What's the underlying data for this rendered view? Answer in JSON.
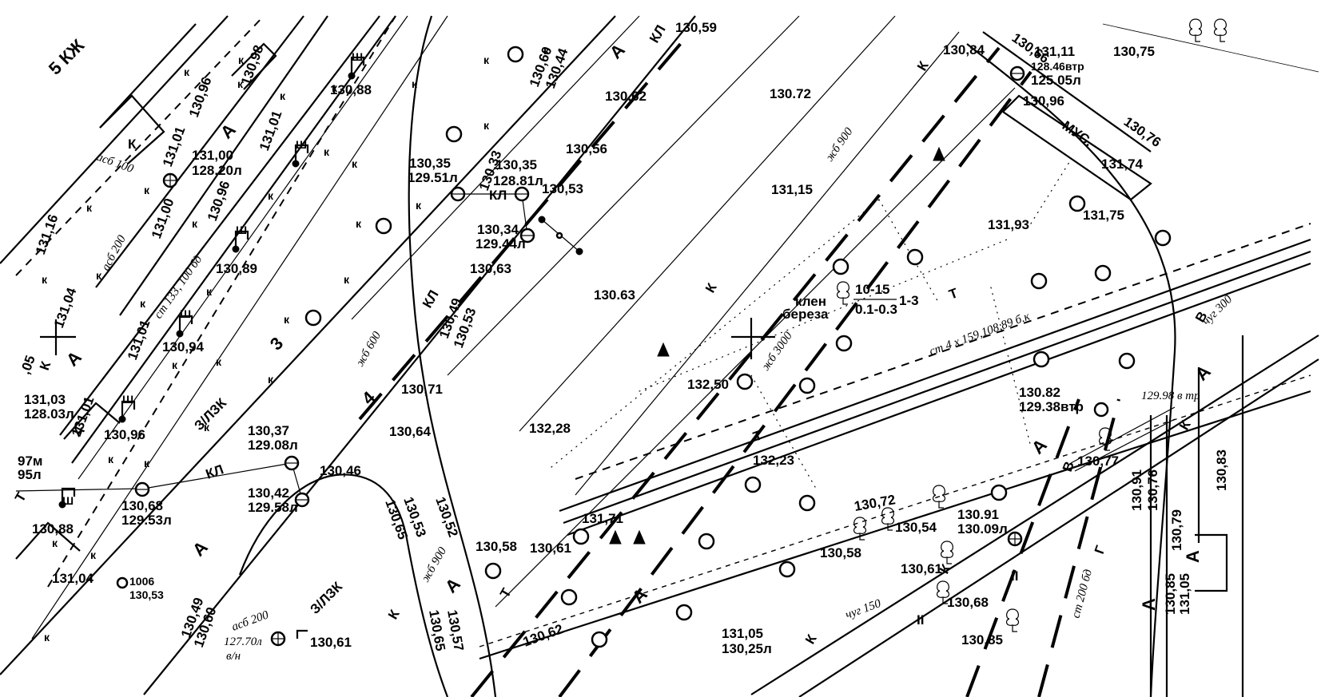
{
  "elevations": [
    {
      "text": "130,59"
    },
    {
      "text": "130,60"
    },
    {
      "text": "130,44"
    },
    {
      "text": "130,62"
    },
    {
      "text": "130,98"
    },
    {
      "text": "130,96"
    },
    {
      "text": "130,88"
    },
    {
      "text": "131,01"
    },
    {
      "text": "131,01"
    },
    {
      "text": "131,00"
    },
    {
      "text": "128.20л"
    },
    {
      "text": "130,96"
    },
    {
      "text": "131,00"
    },
    {
      "text": "130,89"
    },
    {
      "text": "131,04"
    },
    {
      "text": "131,01"
    },
    {
      "text": "130,94"
    },
    {
      "text": "131,03"
    },
    {
      "text": "128.03л"
    },
    {
      "text": "131,01"
    },
    {
      "text": "130,96"
    },
    {
      "text": "130,35"
    },
    {
      "text": "129.51л"
    },
    {
      "text": "130,33"
    },
    {
      "text": "130,35"
    },
    {
      "text": "128.81л"
    },
    {
      "text": "130,53"
    },
    {
      "text": "130,56"
    },
    {
      "text": "130,34"
    },
    {
      "text": "129.44л"
    },
    {
      "text": "130,63"
    },
    {
      "text": "130.63"
    },
    {
      "text": "130,49"
    },
    {
      "text": "130,53"
    },
    {
      "text": "130,71"
    },
    {
      "text": "130,64"
    },
    {
      "text": "130,37"
    },
    {
      "text": "129.08л"
    },
    {
      "text": "130,46"
    },
    {
      "text": "130,42"
    },
    {
      "text": "129.58л"
    },
    {
      "text": "130,68"
    },
    {
      "text": "129.53л"
    },
    {
      "text": "130,88"
    },
    {
      "text": "131,04"
    },
    {
      "text": "130,53"
    },
    {
      "text": "130,49"
    },
    {
      "text": "130,60"
    },
    {
      "text": "130,61"
    },
    {
      "text": "130,65"
    },
    {
      "text": "130,53"
    },
    {
      "text": "130,52"
    },
    {
      "text": "130,57"
    },
    {
      "text": "130,65"
    },
    {
      "text": "130,58"
    },
    {
      "text": "130,61"
    },
    {
      "text": "130,62"
    },
    {
      "text": "132,28"
    },
    {
      "text": "131,71"
    },
    {
      "text": "132,50"
    },
    {
      "text": "132,23"
    },
    {
      "text": "130.72"
    },
    {
      "text": "131,15"
    },
    {
      "text": "130,84"
    },
    {
      "text": "130,66"
    },
    {
      "text": "131,11"
    },
    {
      "text": "128.46втр"
    },
    {
      "text": "125.05л"
    },
    {
      "text": "130,96"
    },
    {
      "text": "130,76"
    },
    {
      "text": "131,74"
    },
    {
      "text": "131,75"
    },
    {
      "text": "131,93"
    },
    {
      "text": "130,75"
    },
    {
      "text": "130.82"
    },
    {
      "text": "129.38втр"
    },
    {
      "text": "130,77"
    },
    {
      "text": "130,72"
    },
    {
      "text": "130,54"
    },
    {
      "text": "130,58"
    },
    {
      "text": "130.91"
    },
    {
      "text": "130.09л"
    },
    {
      "text": "130,61"
    },
    {
      "text": "130,68"
    },
    {
      "text": "130,85"
    },
    {
      "text": "131,05"
    },
    {
      "text": "130,25л"
    },
    {
      "text": "130,91"
    },
    {
      "text": "130,76"
    },
    {
      "text": "130,83"
    },
    {
      "text": "130,79"
    },
    {
      "text": "130,85"
    },
    {
      "text": "131,05"
    },
    {
      "text": "97м"
    },
    {
      "text": "95л"
    },
    {
      "text": "131,16"
    },
    {
      "text": ",05"
    }
  ],
  "italic_labels": [
    {
      "text": "асб 100"
    },
    {
      "text": "асб 200"
    },
    {
      "text": "ст 133, 100 бд"
    },
    {
      "text": "жб 600"
    },
    {
      "text": "жб 900"
    },
    {
      "text": "жб 3000"
    },
    {
      "text": "жб 900"
    },
    {
      "text": "асб 200"
    },
    {
      "text": "чуг 150"
    },
    {
      "text": "ст 4 x 159,108,89 б.к"
    },
    {
      "text": "ст 200 бд"
    },
    {
      "text": "чуг 300"
    },
    {
      "text": "129.98 в тр"
    },
    {
      "text": "127.70л"
    },
    {
      "text": "в/н"
    }
  ],
  "text_labels": [
    {
      "text": "5 КЖ"
    },
    {
      "text": "А"
    },
    {
      "text": "А"
    },
    {
      "text": "А"
    },
    {
      "text": "А"
    },
    {
      "text": "А"
    },
    {
      "text": "А"
    },
    {
      "text": "А"
    },
    {
      "text": "А"
    },
    {
      "text": "А"
    },
    {
      "text": "А"
    },
    {
      "text": "А"
    },
    {
      "text": "3"
    },
    {
      "text": "4"
    },
    {
      "text": "З/ЛЗК"
    },
    {
      "text": "З/ЛЗК"
    },
    {
      "text": "КЛ"
    },
    {
      "text": "КЛ"
    },
    {
      "text": "КЛ"
    },
    {
      "text": "КЛ"
    },
    {
      "text": "К"
    },
    {
      "text": "К"
    },
    {
      "text": "К"
    },
    {
      "text": "К"
    },
    {
      "text": "К"
    },
    {
      "text": "К"
    },
    {
      "text": "К"
    },
    {
      "text": "К"
    },
    {
      "text": "Т"
    },
    {
      "text": "Т"
    },
    {
      "text": "Т"
    },
    {
      "text": "Т"
    },
    {
      "text": "В"
    },
    {
      "text": "В"
    },
    {
      "text": "Г"
    },
    {
      "text": "МУС."
    },
    {
      "text": "клен"
    },
    {
      "text": "береза"
    },
    {
      "text": "10-15"
    },
    {
      "text": "0.1-0.3"
    },
    {
      "text": "1-3"
    },
    {
      "text": "1006"
    },
    {
      "text": "Ш"
    },
    {
      "text": "Ш"
    },
    {
      "text": "Ш"
    },
    {
      "text": "Ш"
    },
    {
      "text": "Ш"
    },
    {
      "text": "Ш"
    },
    {
      "text": "II"
    },
    {
      "text": "II"
    }
  ],
  "symbols": {
    "tree_icon": "deciduous-tree-icon",
    "manhole_icon": "manhole-icon",
    "pole_icon": "lamp-pole-icon"
  }
}
